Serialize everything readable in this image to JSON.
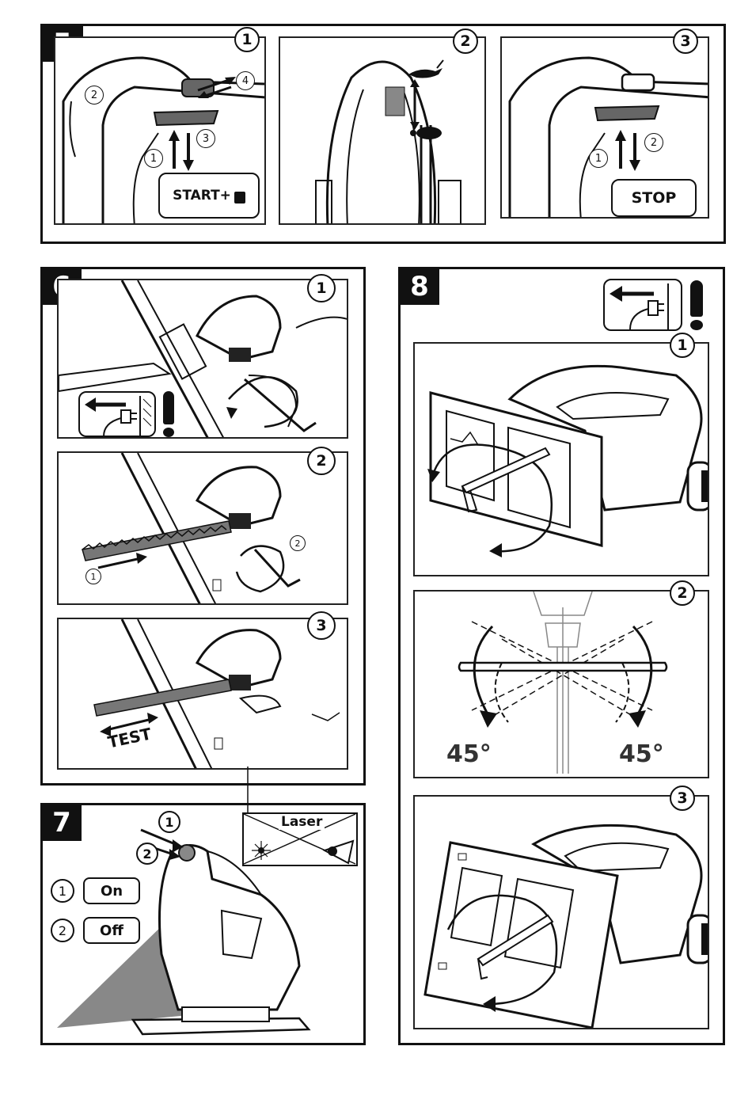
{
  "sections": {
    "s5": {
      "number": "5",
      "panels": [
        "1",
        "2",
        "3"
      ],
      "p1": {
        "callouts": [
          "2",
          "4",
          "1",
          "3"
        ],
        "label": "START+"
      },
      "p3": {
        "callouts": [
          "1",
          "2"
        ],
        "label": "STOP"
      }
    },
    "s6": {
      "number": "6",
      "panels": [
        "1",
        "2",
        "3"
      ],
      "p2": {
        "callouts": [
          "1",
          "2"
        ]
      },
      "p3": {
        "label": "TEST"
      }
    },
    "s7": {
      "number": "7",
      "callouts": [
        "1",
        "2"
      ],
      "legend": [
        {
          "num": "1",
          "label": "On"
        },
        {
          "num": "2",
          "label": "Off"
        }
      ],
      "laser_label": "Laser"
    },
    "s8": {
      "number": "8",
      "panels": [
        "1",
        "2",
        "3"
      ],
      "p2": {
        "angle_left": "45°",
        "angle_right": "45°"
      }
    }
  },
  "icons": [
    "start-lock-icon",
    "hare-speed-icon",
    "tortoise-speed-icon",
    "unplug-warning-icon",
    "exclamation-icon",
    "laser-icon",
    "hex-key-icon",
    "saw-blade-icon"
  ]
}
